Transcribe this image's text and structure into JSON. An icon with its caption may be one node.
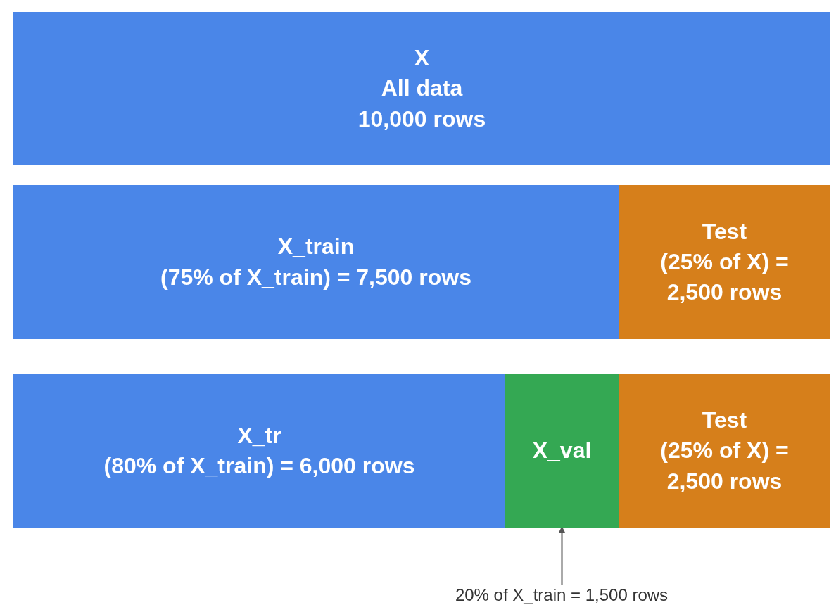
{
  "diagram": {
    "nodes": [
      {
        "text": [
          "X",
          "All data",
          "10,000 rows"
        ]
      },
      {
        "text": [
          "X_train",
          "(75% of X_train) = 7,500 rows"
        ]
      },
      {
        "text": [
          "Test",
          "(25% of X) = 2,500 rows"
        ]
      },
      {
        "text": [
          "X_tr",
          "(80% of X_train) = 6,000 rows"
        ]
      },
      {
        "text": [
          "X_val"
        ]
      },
      {
        "text": [
          "Test",
          "(25% of X) = 2,500 rows"
        ]
      },
      {
        "text": [
          "20% of X_train = 1,500 rows"
        ]
      }
    ],
    "edges": [
      {
        "from": 6,
        "to": 4,
        "arrow": "to"
      }
    ]
  }
}
